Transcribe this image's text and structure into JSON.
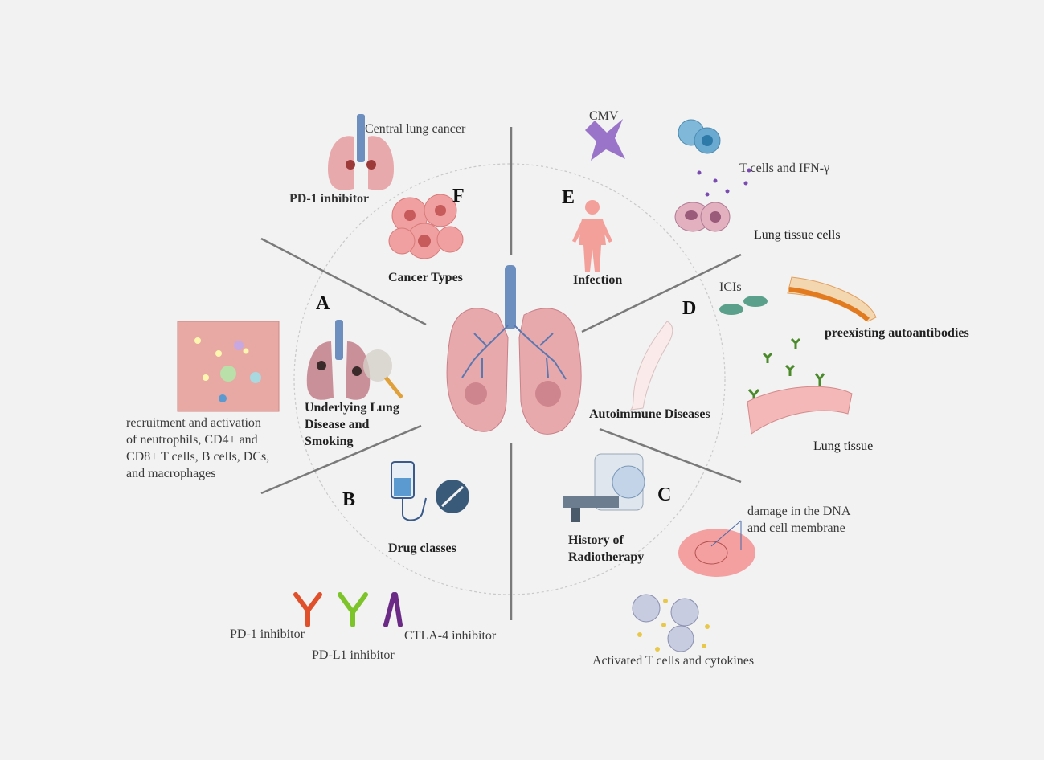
{
  "sections": {
    "A": {
      "letter": "A",
      "title_line1": "Underlying  Lung",
      "title_line2": "Disease and",
      "title_line3": "Smoking"
    },
    "B": {
      "letter": "B",
      "title": "Drug classes"
    },
    "C": {
      "letter": "C",
      "title_line1": "History  of",
      "title_line2": "Radiotherapy"
    },
    "D": {
      "letter": "D",
      "title": "Autoimmune   Diseases"
    },
    "E": {
      "letter": "E",
      "title": "Infection"
    },
    "F": {
      "letter": "F",
      "title": "Cancer  Types"
    }
  },
  "annotations": {
    "central_lung_cancer": "Central lung cancer",
    "pd1_inhibitor_f": "PD-1  inhibitor",
    "cmv": "CMV",
    "tcells_ifn": "T cells and  IFN-γ",
    "lung_tissue_cells": "Lung tissue cells",
    "icis": "ICIs",
    "preexisting_autoantibodies": "preexisting autoantibodies",
    "lung_tissue": "Lung tissue",
    "damage_line1": "damage in the DNA",
    "damage_line2": "and cell membrane",
    "activated_tcells": "Activated  T cells and cytokines",
    "pd1_inhibitor_b": "PD-1 inhibitor",
    "pdl1_inhibitor": "PD-L1  inhibitor",
    "ctla4_inhibitor": "CTLA-4 inhibitor",
    "recruitment_line1": "recruitment and activation",
    "recruitment_line2": "of neutrophils, CD4+ and",
    "recruitment_line3": "CD8+ T cells, B cells, DCs,",
    "recruitment_line4": "and macrophages"
  },
  "colors": {
    "background": "#f2f2f2",
    "lung_pink": "#e8a9ad",
    "trachea_blue": "#6d8fc0",
    "antibody_red": "#e0502a",
    "antibody_green": "#7dc42a",
    "antibody_purple": "#6a2a86",
    "divider": "#7a7a7a"
  }
}
